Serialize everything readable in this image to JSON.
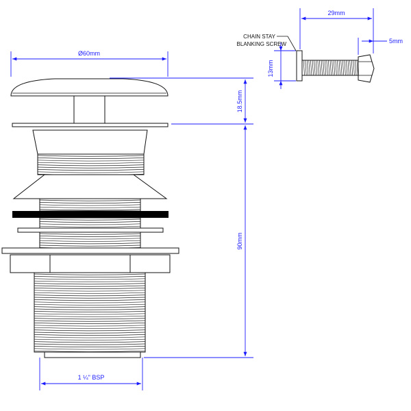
{
  "dimensions": {
    "cap_diameter": "Ø60mm",
    "cap_height": "18.5mm",
    "body_height": "90mm",
    "thread_size": "1 ¼\" BSP",
    "screw_length": "29mm",
    "screw_thread_end": "5mm",
    "screw_head_height": "13mm"
  },
  "labels": {
    "chain_stay_line1": "CHAIN STAY",
    "chain_stay_line2": "BLANKING SCREW"
  },
  "colors": {
    "dimension": "#1a1aff",
    "outline": "#111111",
    "washer": "#000000"
  }
}
